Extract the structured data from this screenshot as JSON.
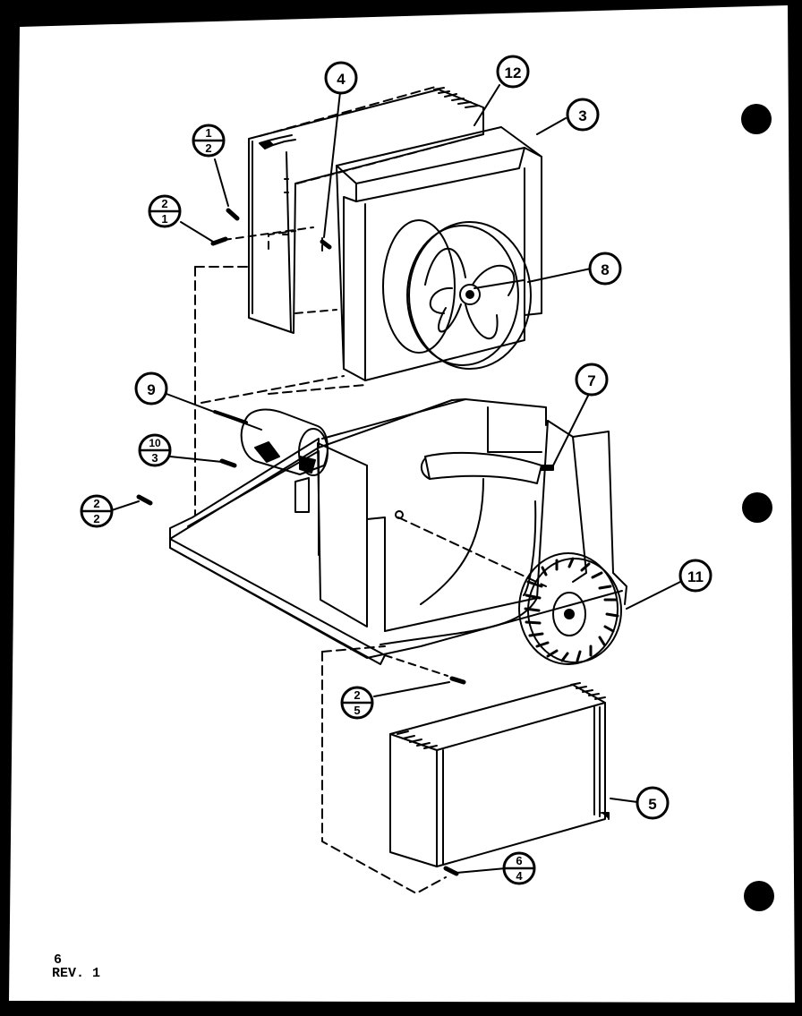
{
  "callouts": [
    {
      "id": "c12",
      "label": "12"
    },
    {
      "id": "c4",
      "label": "4"
    },
    {
      "id": "c3",
      "label": "3"
    },
    {
      "id": "c1-2",
      "top": "1",
      "bottom": "2"
    },
    {
      "id": "c2-1",
      "top": "2",
      "bottom": "1"
    },
    {
      "id": "c8",
      "label": "8"
    },
    {
      "id": "c9",
      "label": "9"
    },
    {
      "id": "c7",
      "label": "7"
    },
    {
      "id": "c10-3",
      "top": "10",
      "bottom": "3"
    },
    {
      "id": "c2-2",
      "top": "2",
      "bottom": "2"
    },
    {
      "id": "c11",
      "label": "11"
    },
    {
      "id": "c2-5",
      "top": "2",
      "bottom": "5"
    },
    {
      "id": "c5",
      "label": "5"
    },
    {
      "id": "c6-4",
      "top": "6",
      "bottom": "4"
    }
  ],
  "footer": {
    "page": "6",
    "revision": "REV. 1"
  },
  "colors": {
    "paper": "#ffffff",
    "ink": "#000000",
    "frame": "#000000"
  },
  "icon_names": [
    "registration-hole-icon"
  ]
}
